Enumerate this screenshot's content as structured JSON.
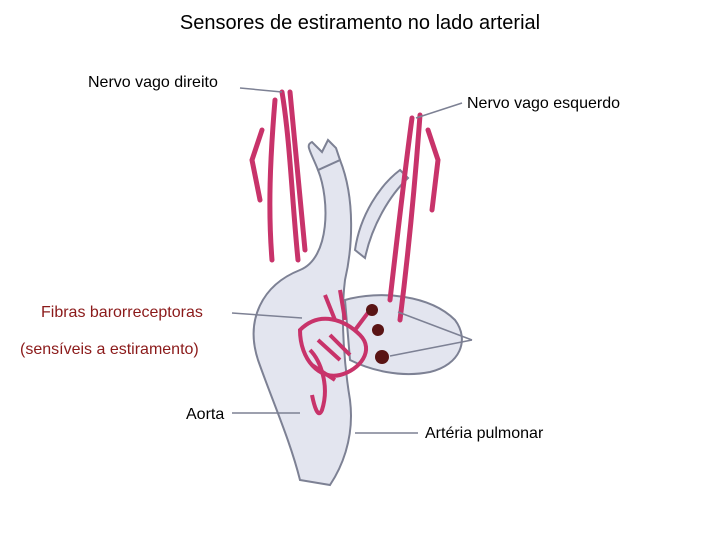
{
  "title": "Sensores de estiramento no lado arterial",
  "labels": {
    "right_vagus": "Nervo vago direito",
    "left_vagus": "Nervo vago esquerdo",
    "baro_fibers": "Fibras barorreceptoras",
    "baro_fibers_note": "(sensíveis a estiramento)",
    "aorta": "Aorta",
    "pulmonary_artery": "Artéria pulmonar"
  },
  "colors": {
    "nerve": "#c8336a",
    "vessel_fill": "#e3e5ef",
    "vessel_stroke": "#7d8194",
    "ganglion": "#5a1414",
    "leader": "#7d8194",
    "red_label": "#8b1a1a"
  }
}
